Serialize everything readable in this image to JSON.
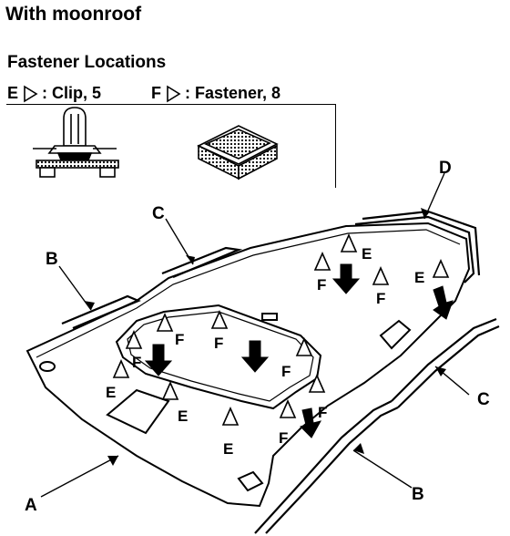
{
  "title": "With moonroof",
  "subtitle": "Fastener Locations",
  "legend": {
    "clip_letter": "E",
    "clip_text": ": Clip, 5",
    "fastener_letter": "F",
    "fastener_text": ": Fastener, 8"
  },
  "callouts": {
    "a": "A",
    "b_top": "B",
    "b_bottom": "B",
    "c_top": "C",
    "c_right": "C",
    "d": "D"
  },
  "markers": {
    "e": "E",
    "f": "F"
  }
}
